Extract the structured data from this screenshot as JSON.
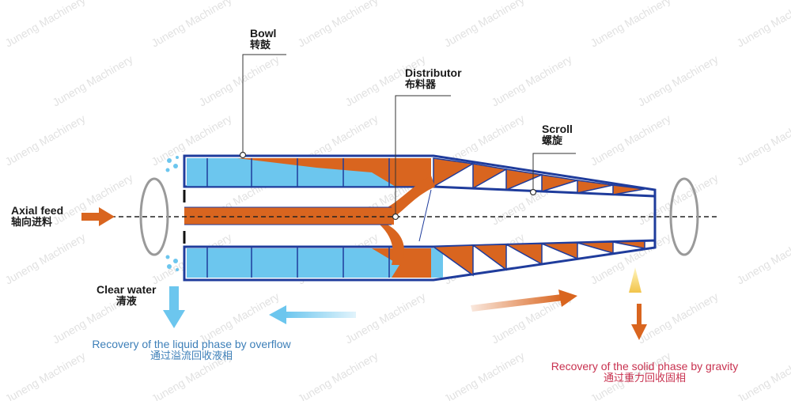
{
  "labels": {
    "bowl": {
      "en": "Bowl",
      "zh": "转鼓"
    },
    "distributor": {
      "en": "Distributor",
      "zh": "布料器"
    },
    "scroll": {
      "en": "Scroll",
      "zh": "螺旋"
    },
    "axial_feed": {
      "en": "Axial feed",
      "zh": "轴向进料"
    },
    "clear_water": {
      "en": "Clear water",
      "zh": "清液"
    },
    "liquid_recovery": {
      "en": "Recovery of the liquid phase by overflow",
      "zh": "通过溢流回收液相"
    },
    "solid_recovery": {
      "en": "Recovery of the solid phase by gravity",
      "zh": "通过重力回收固相"
    }
  },
  "watermark": "Juneng Machinery",
  "colors": {
    "outline": "#1f3c9c",
    "liquid": "#6cc6ee",
    "solid": "#d9651f",
    "liquid_text": "#3d7fb8",
    "solid_text": "#c8314f",
    "rotation": "#9a9a9a"
  }
}
